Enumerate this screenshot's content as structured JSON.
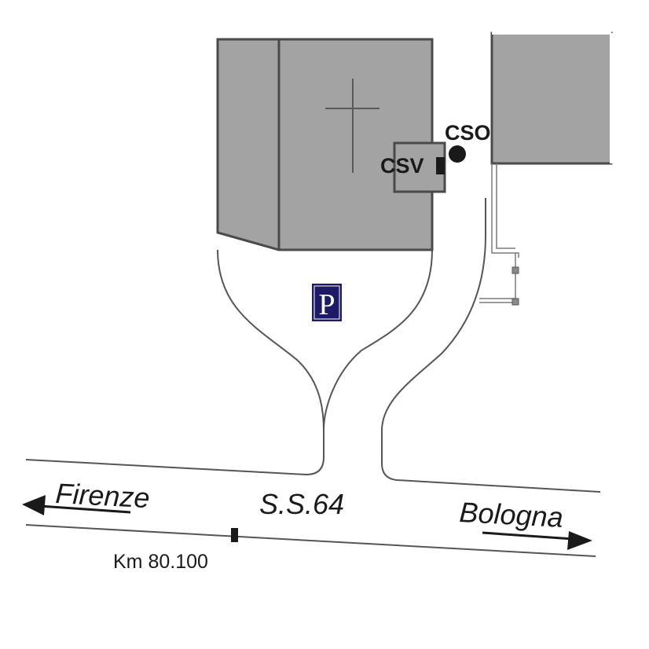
{
  "map": {
    "labels": {
      "cso": "CSO",
      "csv": "CSV",
      "parking": "P",
      "road": "S.S.64",
      "city_west": "Firenze",
      "city_east": "Bologna",
      "kilometer": "Km 80.100"
    },
    "colors": {
      "building_fill": "#a3a3a3",
      "building_stroke": "#4a4a4a",
      "road_stroke": "#555555",
      "parking_bg": "#1f1a66",
      "ink": "#1a1a1a"
    },
    "icons": {
      "church": "cross-icon",
      "parking": "parking-icon",
      "cso_marker": "dot-marker-icon",
      "csv_marker": "square-marker-icon",
      "direction_west": "arrow-left-icon",
      "direction_east": "arrow-right-icon"
    }
  }
}
